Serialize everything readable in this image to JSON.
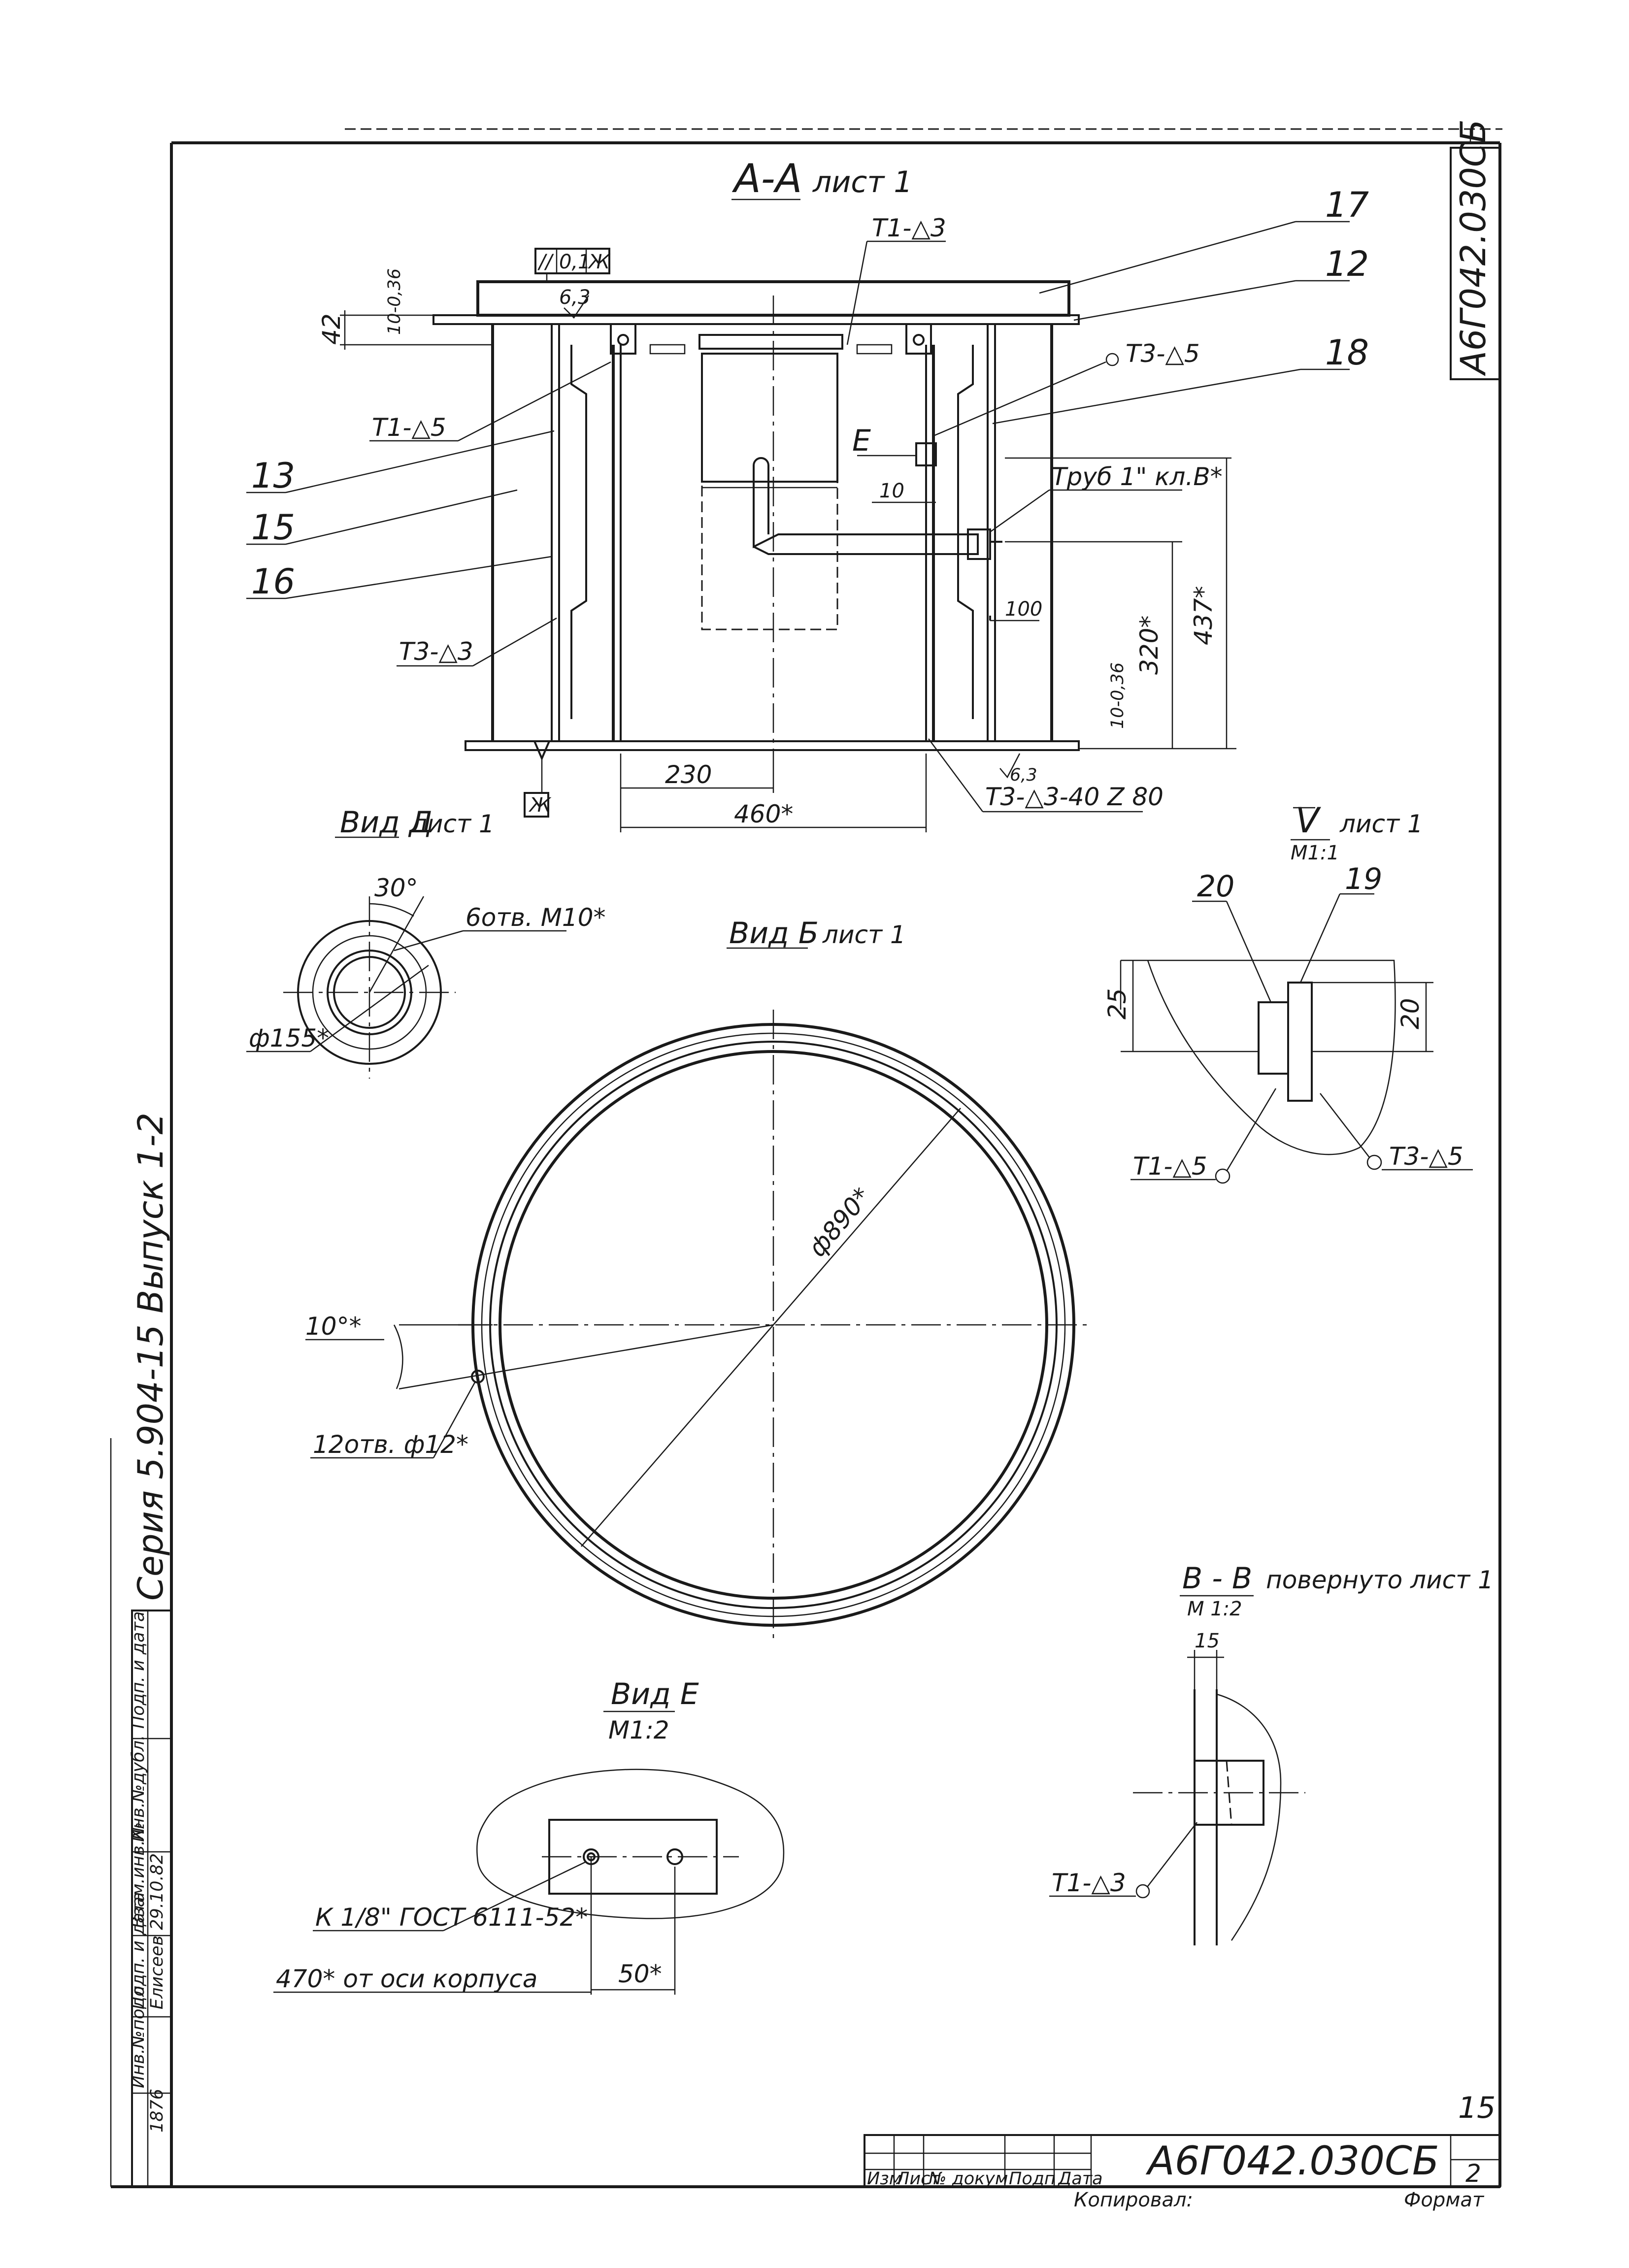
{
  "drawing": {
    "code_vertical": "А6Г042.030СБ",
    "code_titleblock": "А6Г042.030СБ",
    "page_number": "15",
    "series_vertical": "Серия 5.904-15     Выпуск  1-2",
    "format_label": "Формат",
    "copied_label": "Копировал:",
    "sheet_number": "2"
  },
  "title_block": {
    "columns": [
      "Изм",
      "Лист",
      "№ докум",
      "Подп",
      "Дата"
    ]
  },
  "side_stamp": {
    "cells": [
      "Инв.№подл.",
      "Подп. и дата",
      "Взам.инв.№",
      "Инв.№дубл.",
      "Подп. и дата"
    ],
    "values": [
      "1876",
      "Елисеев 29.10.82"
    ]
  },
  "section_aa": {
    "title": "А-А",
    "sheet_ref": "лист 1",
    "weld_top": "Т1-△3",
    "weld_t1_5": "Т1-△5",
    "weld_t3_5": "Т3-△5",
    "weld_t3_3": "Т3-△3",
    "weld_bottom": "Т3-△3-40 Z 80",
    "tolerance_box": [
      "//",
      "0,1",
      "Ж"
    ],
    "datum": "Ж",
    "roughness_top": "6,3",
    "roughness_bottom": "6,3",
    "tol_top": "10-0,36",
    "tol_bottom": "10-0,36",
    "dim_42": "42",
    "dim_10": "10",
    "dim_100": "100",
    "dim_230": "230",
    "dim_460": "460*",
    "dim_320": "320*",
    "dim_437": "437*",
    "label_e": "Е",
    "pipe_label": "Труб 1\" кл.В*",
    "callouts": [
      "17",
      "12",
      "18",
      "13",
      "15",
      "16"
    ]
  },
  "view_d": {
    "title": "Вид Д",
    "sheet_ref": "лист 1",
    "angle": "30°",
    "holes": "6отв. М10*",
    "diameter": "ф155*"
  },
  "view_b": {
    "title": "Вид Б",
    "sheet_ref": "лист 1",
    "diameter": "ф890*",
    "angle": "10°*",
    "holes": "12отв. ф12*"
  },
  "view_v": {
    "title": "V",
    "sheet_ref": "лист 1",
    "scale": "М1:1",
    "callout_20": "20",
    "callout_19": "19",
    "dim_25": "25",
    "dim_20": "20",
    "weld_left": "Т1-△5",
    "weld_right": "Т3-△5"
  },
  "view_e": {
    "title": "Вид Е",
    "scale": "М1:2",
    "thread": "К 1/8\" ГОСТ 6111-52*",
    "offset": "470* от оси корпуса",
    "dim_50": "50*"
  },
  "section_vv": {
    "title": "В - В",
    "rotated": "повернуто лист 1",
    "scale": "М 1:2",
    "dim_15": "15",
    "weld": "Т1-△3"
  }
}
